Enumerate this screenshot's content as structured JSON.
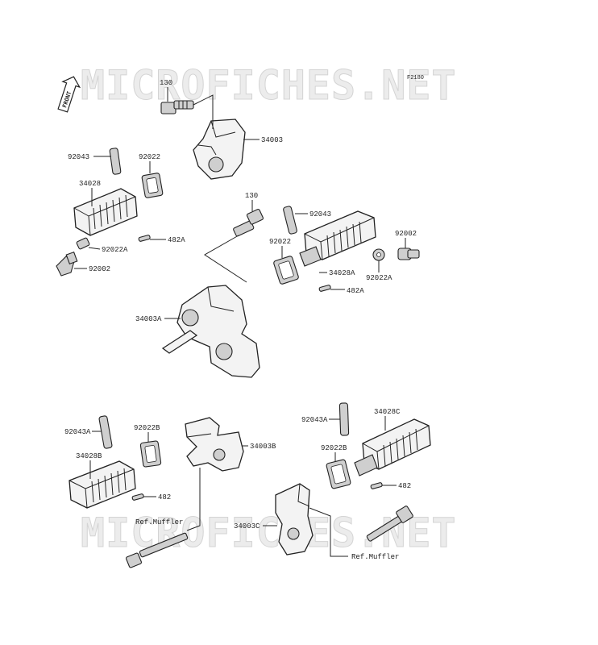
{
  "diagram_code": "F2180",
  "front_badge": "FRONT",
  "watermark": [
    "MICROFICHES.NET",
    "MICROFICHES.NET"
  ],
  "labels": {
    "bolt_130_top": "130",
    "bracket_34003": "34003",
    "pin_92043_left": "92043",
    "rubber_92022_left": "92022",
    "peg_34028": "34028",
    "cotter_482A_left": "482A",
    "washer_92022A_left": "92022A",
    "stopper_92002_left": "92002",
    "bolt_130_mid": "130",
    "pin_92043_right": "92043",
    "stopper_92002_right": "92002",
    "rubber_92022_right": "92022",
    "peg_34028A": "34028A",
    "washer_92022A_right": "92022A",
    "cotter_482A_right": "482A",
    "bracket_34003A": "34003A",
    "pin_92043A_left": "92043A",
    "rubber_92022B_left": "92022B",
    "bracket_34003B": "34003B",
    "peg_34028B": "34028B",
    "cotter_482_left": "482",
    "ref_muffler_left": "Ref.Muffler",
    "pin_92043A_right": "92043A",
    "peg_34028C": "34028C",
    "rubber_92022B_right": "92022B",
    "cotter_482_right": "482",
    "bracket_34003C": "34003C",
    "ref_muffler_right": "Ref.Muffler"
  }
}
